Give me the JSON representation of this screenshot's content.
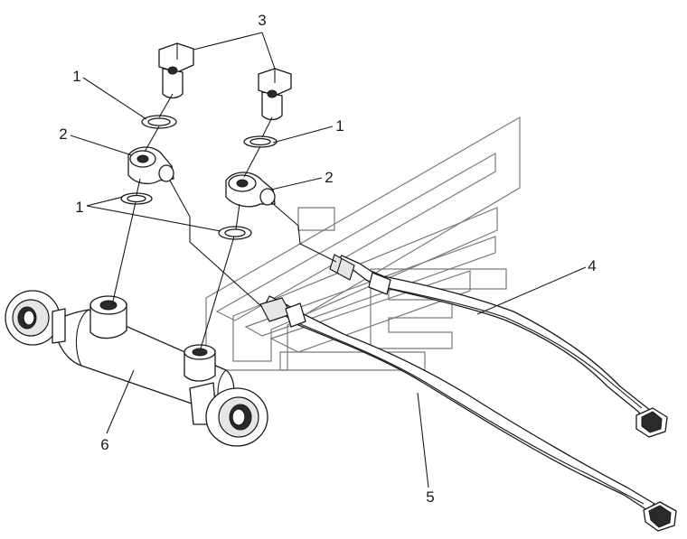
{
  "callouts": [
    {
      "id": "label-3",
      "text": "3"
    },
    {
      "id": "label-1-top",
      "text": "1"
    },
    {
      "id": "label-1-right",
      "text": "1"
    },
    {
      "id": "label-2-left",
      "text": "2"
    },
    {
      "id": "label-2-right",
      "text": "2"
    },
    {
      "id": "label-1-mid",
      "text": "1"
    },
    {
      "id": "label-4",
      "text": "4"
    },
    {
      "id": "label-5",
      "text": "5"
    },
    {
      "id": "label-6",
      "text": "6"
    }
  ],
  "parts": {
    "3": "banjo-bolt",
    "1": "sealing-washer",
    "2": "banjo-fitting",
    "4": "hydraulic-hose-upper",
    "5": "hydraulic-hose-lower",
    "6": "hydraulic-cylinder"
  }
}
